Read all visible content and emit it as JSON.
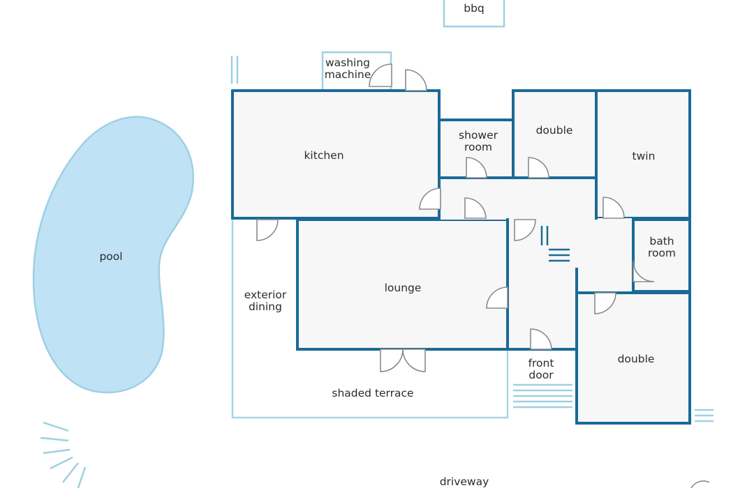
{
  "labels": {
    "bbq": "bbq",
    "washing_machine": [
      "washing",
      "machine"
    ],
    "kitchen": "kitchen",
    "shower_room": [
      "shower",
      "room"
    ],
    "double_top": "double",
    "twin": "twin",
    "pool": "pool",
    "bath_room": [
      "bath",
      "room"
    ],
    "exterior_dining": [
      "exterior",
      "dining"
    ],
    "lounge": "lounge",
    "front_door": [
      "front",
      "door"
    ],
    "double_bottom": "double",
    "shaded_terrace": "shaded terrace",
    "driveway": "driveway"
  },
  "colors": {
    "wall": "#1a6a96",
    "outdoor_line": "#a9d4e6",
    "room_fill": "#f7f7f7",
    "pool_fill": "#bfe2f5",
    "door_line": "#8a8a8a"
  }
}
